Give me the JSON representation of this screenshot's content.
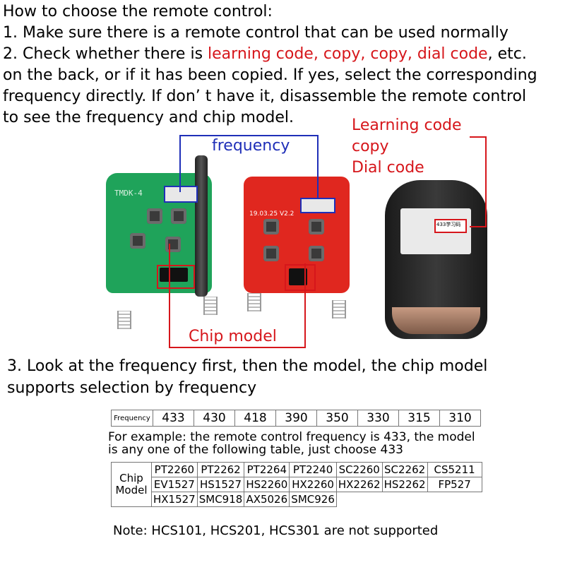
{
  "intro": {
    "title": "How to choose the remote control:",
    "step1": "1. Make sure there is a remote control that can be used normally",
    "step2_prefix": "2. Check whether there is ",
    "step2_highlight": "learning code, copy, copy, dial code",
    "step2_suffix": ", etc.",
    "step2_line2": "on the back, or if it has been copied. If yes, select the corresponding",
    "step2_line3": "frequency directly. If don’ t have it, disassemble the remote control",
    "step2_line4": "to see the frequency and chip model."
  },
  "labels": {
    "frequency": "frequency",
    "learning_code": "Learning code",
    "copy": "copy",
    "dial_code": "Dial code",
    "chip_model": "Chip model"
  },
  "board_marks": {
    "green_board": "TMDK-4",
    "red_board": "19.03.25 V2.2",
    "back_label": "433学习码"
  },
  "step3": {
    "line1": "3. Look at the frequency first, then the model, the chip model",
    "line2": "supports selection by frequency"
  },
  "frequency_table": {
    "header": "Frequency",
    "values": [
      "433",
      "430",
      "418",
      "390",
      "350",
      "330",
      "315",
      "310"
    ]
  },
  "example": {
    "line1": "For example: the remote control frequency is 433, the model",
    "line2": "is any one of the following table, just choose 433"
  },
  "chip_table": {
    "header_line1": "Chip",
    "header_line2": "Model",
    "rows": [
      [
        "PT2260",
        "PT2262",
        "PT2264",
        "PT2240",
        "SC2260",
        "SC2262",
        "CS5211"
      ],
      [
        "EV1527",
        "HS1527",
        "HS2260",
        "HX2260",
        "HX2262",
        "HS2262",
        "FP527"
      ],
      [
        "HX1527",
        "SMC918",
        "AX5026",
        "SMC926",
        "",
        "",
        ""
      ]
    ]
  },
  "note": "Note: HCS101, HCS201, HCS301 are not supported",
  "colors": {
    "highlight_red": "#d6161b",
    "frequency_blue": "#1f2fb8",
    "green_pcb": "#1fa35a",
    "red_pcb": "#e0271f"
  }
}
